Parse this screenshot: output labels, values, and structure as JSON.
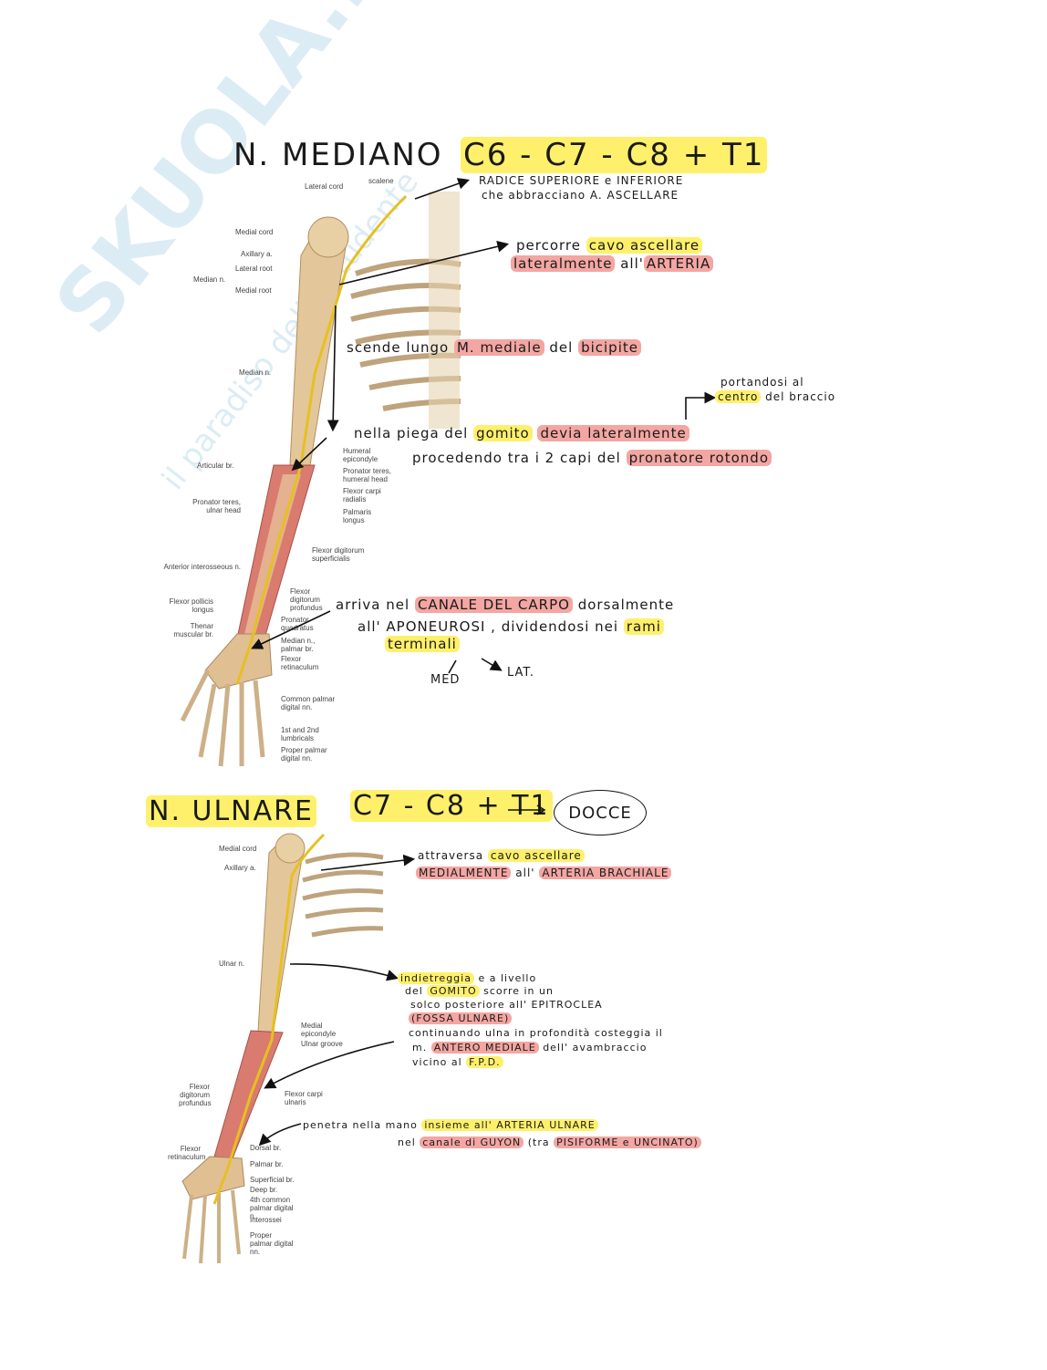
{
  "watermark": {
    "brand": "SKUOLA.net",
    "tagline": "il paradiso dello studente"
  },
  "section1": {
    "title": "N. MEDIANO",
    "roots": "C6 - C7 - C8 + T1",
    "notes": {
      "n1_a": "RADICE SUPERIORE e INFERIORE",
      "n1_b": "che abbracciano A. ASCELLARE",
      "n2_a1": "percorre",
      "n2_a2": "cavo ascellare",
      "n2_b1": "lateralmente",
      "n2_b2": "all'",
      "n2_b3": "ARTERIA",
      "n3_1": "scende lungo",
      "n3_2": "M. mediale",
      "n3_3": "del",
      "n3_4": "bicipite",
      "n4_a": "portandosi al",
      "n4_b1": "centro",
      "n4_b2": "del braccio",
      "n5_a1": "nella piega del",
      "n5_a2": "gomito",
      "n5_a3": "devia lateralmente",
      "n5_b1": "procedendo tra i 2 capi del",
      "n5_b2": "pronatore rotondo",
      "n6_a1": "arriva nel",
      "n6_a2": "CANALE DEL CARPO",
      "n6_a3": "dorsalmente",
      "n6_b1": "all' APONEUROSI , dividendosi nei",
      "n6_b2": "rami",
      "n6_c": "terminali",
      "med": "MED",
      "lat": "LAT."
    },
    "labels": {
      "lateral_cord": "Lateral cord",
      "scalene": "scalene",
      "medial_cord": "Medial cord",
      "axillary": "Axillary a.",
      "median_n": "Median n.",
      "lateral_root": "Lateral root",
      "medial_root": "Medial root",
      "median_n2": "Median n.",
      "humeral_epi": "Humeral epicondyle",
      "articular": "Articular br.",
      "pt_humeral": "Pronator teres, humeral head",
      "fcr": "Flexor carpi radialis",
      "pt_ulnar": "Pronator teres, ulnar head",
      "palmaris": "Palmaris longus",
      "fds": "Flexor digitorum superficialis",
      "ant_inteross": "Anterior interosseous n.",
      "fdp": "Flexor digitorum profundus",
      "fpl": "Flexor pollicis longus",
      "pq": "Pronator quadratus",
      "thenar": "Thenar muscular br.",
      "median_palmar": "Median n., palmar br.",
      "flex_ret": "Flexor retinaculum",
      "common_palmar": "Common palmar digital nn.",
      "lumbricals": "1st and 2nd lumbricals",
      "proper_palmar": "Proper palmar digital nn."
    }
  },
  "section2": {
    "title": "N. ULNARE",
    "roots": "C7 - C8 + T1",
    "box": "DOCCE",
    "notes": {
      "m1_a1": "attraversa",
      "m1_a2": "cavo ascellare",
      "m1_b1": "MEDIALMENTE",
      "m1_b2": "all'",
      "m1_b3": "ARTERIA BRACHIALE",
      "m2_a1": "indietreggia",
      "m2_a2": "e a livello",
      "m2_b1": "del",
      "m2_b2": "GOMITO",
      "m2_b3": "scorre in un",
      "m2_c": "solco posteriore all' EPITROCLEA",
      "m2_d": "(FOSSA ULNARE)",
      "m2_e": "continuando ulna in profondità costeggia il",
      "m2_f1": "m.",
      "m2_f2": "ANTERO MEDIALE",
      "m2_f3": "dell' avambraccio",
      "m2_g1": "vicino al",
      "m2_g2": "F.P.D.",
      "m3_a1": "penetra nella mano",
      "m3_a2": "insieme all' ARTERIA ULNARE",
      "m3_b1": "nel",
      "m3_b2": "canale di GUYON",
      "m3_b3": "(tra",
      "m3_b4": "PISIFORME e UNCINATO)"
    },
    "labels": {
      "medial_cord": "Medial cord",
      "axillary": "Axillary a.",
      "ulnar_n": "Ulnar n.",
      "medial_epi": "Medial epicondyle",
      "ulnar_groove": "Ulnar groove",
      "fdp": "Flexor digitorum profundus",
      "fcu": "Flexor carpi ulnaris",
      "flex_ret": "Flexor retinaculum",
      "dorsal": "Dorsal br.",
      "palmar": "Palmar br.",
      "superficial": "Superficial br.",
      "deep": "Deep br.",
      "fourth_common": "4th common palmar digital n.",
      "interossei": "Interossei",
      "proper_palmar": "Proper palmar digital nn."
    }
  }
}
